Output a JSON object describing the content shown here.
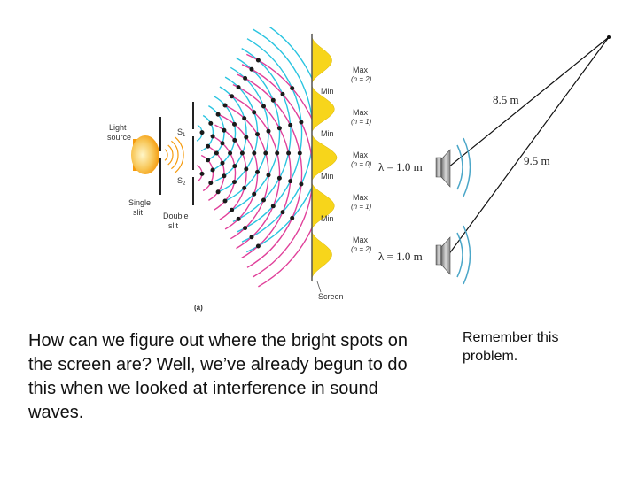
{
  "diagram": {
    "figure_label": "(a)",
    "light_source_label": [
      "Light",
      "source"
    ],
    "slit1_label": "S",
    "slit1_sub": "1",
    "slit2_label": "S",
    "slit2_sub": "2",
    "single_slit_label": [
      "Single",
      "slit"
    ],
    "double_slit_label": [
      "Double",
      "slit"
    ],
    "screen_label": "Screen",
    "fringes": [
      {
        "kind": "Max",
        "order": "(n = 2)"
      },
      {
        "kind": "Min",
        "order": ""
      },
      {
        "kind": "Max",
        "order": "(n = 1)"
      },
      {
        "kind": "Min",
        "order": ""
      },
      {
        "kind": "Max",
        "order": "(n = 0)"
      },
      {
        "kind": "Min",
        "order": ""
      },
      {
        "kind": "Max",
        "order": "(n = 1)"
      },
      {
        "kind": "Min",
        "order": ""
      },
      {
        "kind": "Max",
        "order": "(n = 2)"
      }
    ],
    "colors": {
      "wave_cyan": "#29c4e0",
      "wave_magenta": "#e0409a",
      "fringe_yellow": "#f7d51b",
      "source_orange": "#f59a0c"
    }
  },
  "speakers": {
    "wavelength_top": "λ = 1.0 m",
    "wavelength_bottom": "λ = 1.0 m",
    "distance_top": "8.5 m",
    "distance_bottom": "9.5 m"
  },
  "text": {
    "question": "How can we figure out where the bright spots on the screen are?  Well, we’ve already begun to do this when we looked at interference in sound waves.",
    "note": "Remember this problem."
  }
}
